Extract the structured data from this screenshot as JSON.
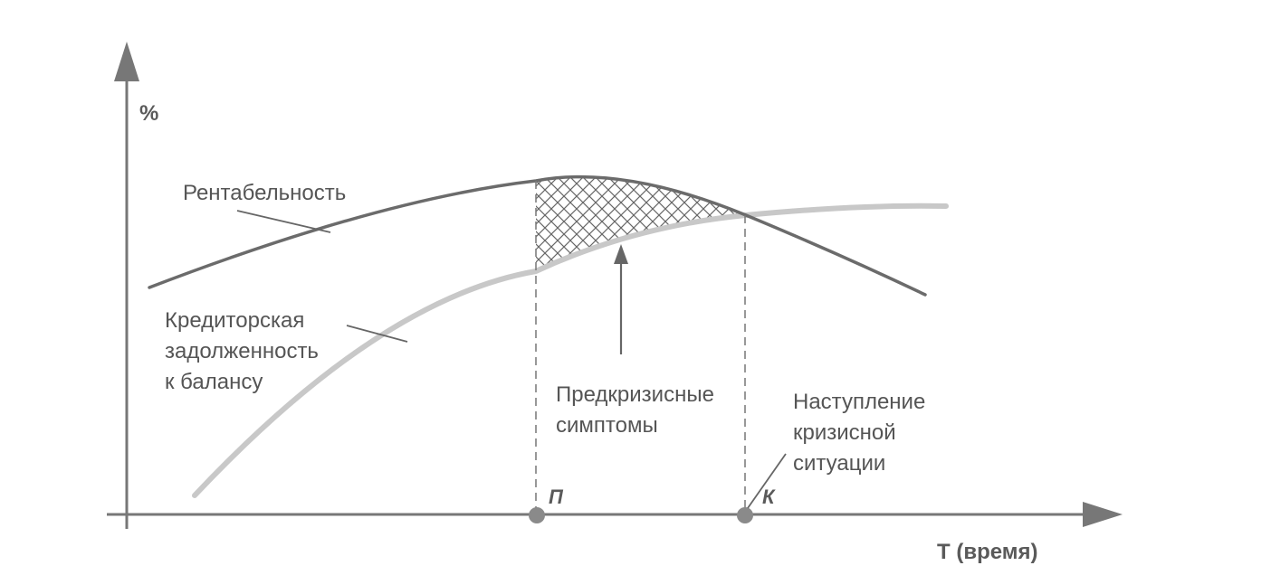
{
  "axes": {
    "y_label": "%",
    "x_label": "Т (время)"
  },
  "points": {
    "p": "П",
    "k": "К"
  },
  "curves": {
    "profitability": "Рентабельность",
    "payables": [
      "Кредиторская",
      "задолженность",
      "к балансу"
    ]
  },
  "annotations": {
    "precrisis": [
      "Предкризисные",
      "симптомы"
    ],
    "crisis_onset": [
      "Наступление",
      "кризисной",
      "ситуации"
    ]
  },
  "colors": {
    "profitability_line": "#6b6b6b",
    "payables_line": "#c8c8c8",
    "axis": "#777777",
    "hatch": "#666666",
    "point": "#8a8a8a"
  }
}
